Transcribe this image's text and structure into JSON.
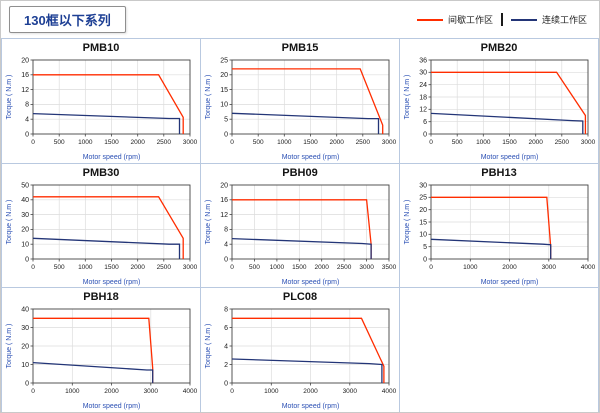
{
  "page": {
    "title": "130框以下系列",
    "legend": [
      {
        "label": "间歇工作区",
        "color": "#ff2d00"
      },
      {
        "label": "连续工作区",
        "color": "#233577"
      }
    ]
  },
  "chart_data": [
    {
      "type": "line",
      "title": "PMB10",
      "xlabel": "Motor speed (rpm)",
      "ylabel": "Torque ( N.m )",
      "xlim": [
        0,
        3000
      ],
      "ylim": [
        0,
        20
      ],
      "grid": true,
      "legend_position": "top-right-page",
      "xticks": [
        0,
        500,
        1000,
        1500,
        2000,
        2500,
        3000
      ],
      "yticks": [
        0,
        4,
        8,
        12,
        16,
        20
      ],
      "series": [
        {
          "name": "间歇工作区",
          "color": "#ff2d00",
          "points": [
            [
              0,
              16
            ],
            [
              2400,
              16
            ],
            [
              2870,
              4.5
            ],
            [
              2870,
              0
            ]
          ]
        },
        {
          "name": "连续工作区",
          "color": "#233577",
          "points": [
            [
              0,
              5.5
            ],
            [
              2600,
              4.2
            ],
            [
              2800,
              4.2
            ],
            [
              2800,
              0
            ]
          ]
        }
      ]
    },
    {
      "type": "line",
      "title": "PMB15",
      "xlabel": "Motor speed (rpm)",
      "ylabel": "Torque ( N.m )",
      "xlim": [
        0,
        3000
      ],
      "ylim": [
        0,
        25
      ],
      "grid": true,
      "xticks": [
        0,
        500,
        1000,
        1500,
        2000,
        2500,
        3000
      ],
      "yticks": [
        0,
        5,
        10,
        15,
        20,
        25
      ],
      "series": [
        {
          "name": "间歇工作区",
          "color": "#ff2d00",
          "points": [
            [
              0,
              22
            ],
            [
              2450,
              22
            ],
            [
              2880,
              3
            ],
            [
              2880,
              0
            ]
          ]
        },
        {
          "name": "连续工作区",
          "color": "#233577",
          "points": [
            [
              0,
              7
            ],
            [
              2600,
              5.2
            ],
            [
              2800,
              5.2
            ],
            [
              2800,
              0
            ]
          ]
        }
      ]
    },
    {
      "type": "line",
      "title": "PMB20",
      "xlabel": "Motor speed (rpm)",
      "ylabel": "Torque ( N.m )",
      "xlim": [
        0,
        3000
      ],
      "ylim": [
        0,
        36
      ],
      "grid": true,
      "xticks": [
        0,
        500,
        1000,
        1500,
        2000,
        2500,
        3000
      ],
      "yticks": [
        0,
        6,
        12,
        18,
        24,
        30,
        36
      ],
      "series": [
        {
          "name": "间歇工作区",
          "color": "#ff2d00",
          "points": [
            [
              0,
              30
            ],
            [
              2400,
              30
            ],
            [
              2950,
              9
            ],
            [
              2950,
              0
            ]
          ]
        },
        {
          "name": "连续工作区",
          "color": "#233577",
          "points": [
            [
              0,
              10
            ],
            [
              2700,
              6.5
            ],
            [
              2900,
              6.3
            ],
            [
              2900,
              0
            ]
          ]
        }
      ]
    },
    {
      "type": "line",
      "title": "PMB30",
      "xlabel": "Motor speed (rpm)",
      "ylabel": "Torque ( N.m )",
      "xlim": [
        0,
        3000
      ],
      "ylim": [
        0,
        50
      ],
      "grid": true,
      "xticks": [
        0,
        500,
        1000,
        1500,
        2000,
        2500,
        3000
      ],
      "yticks": [
        0,
        10,
        20,
        30,
        40,
        50
      ],
      "series": [
        {
          "name": "间歇工作区",
          "color": "#ff2d00",
          "points": [
            [
              0,
              42
            ],
            [
              2400,
              42
            ],
            [
              2870,
              14
            ],
            [
              2870,
              0
            ]
          ]
        },
        {
          "name": "连续工作区",
          "color": "#233577",
          "points": [
            [
              0,
              14
            ],
            [
              2600,
              10
            ],
            [
              2800,
              10
            ],
            [
              2800,
              0
            ]
          ]
        }
      ]
    },
    {
      "type": "line",
      "title": "PBH09",
      "xlabel": "Motor speed (rpm)",
      "ylabel": "Torque ( N.m )",
      "xlim": [
        0,
        3500
      ],
      "ylim": [
        0,
        20
      ],
      "grid": true,
      "xticks": [
        0,
        500,
        1000,
        1500,
        2000,
        2500,
        3000,
        3500
      ],
      "yticks": [
        0,
        4,
        8,
        12,
        16,
        20
      ],
      "series": [
        {
          "name": "间歇工作区",
          "color": "#ff2d00",
          "points": [
            [
              0,
              16
            ],
            [
              3000,
              16
            ],
            [
              3100,
              4
            ],
            [
              3100,
              0
            ]
          ]
        },
        {
          "name": "连续工作区",
          "color": "#233577",
          "points": [
            [
              0,
              5.5
            ],
            [
              2900,
              4.2
            ],
            [
              3100,
              4
            ],
            [
              3100,
              0
            ]
          ]
        }
      ]
    },
    {
      "type": "line",
      "title": "PBH13",
      "xlabel": "Motor speed (rpm)",
      "ylabel": "Torque ( N.m )",
      "xlim": [
        0,
        4000
      ],
      "ylim": [
        0,
        30
      ],
      "grid": true,
      "xticks": [
        0,
        1000,
        2000,
        3000,
        4000
      ],
      "yticks": [
        0,
        5,
        10,
        15,
        20,
        25,
        30
      ],
      "series": [
        {
          "name": "间歇工作区",
          "color": "#ff2d00",
          "points": [
            [
              0,
              25
            ],
            [
              2950,
              25
            ],
            [
              3050,
              5
            ],
            [
              3050,
              0
            ]
          ]
        },
        {
          "name": "连续工作区",
          "color": "#233577",
          "points": [
            [
              0,
              8
            ],
            [
              2850,
              6
            ],
            [
              3050,
              5.8
            ],
            [
              3050,
              0
            ]
          ]
        }
      ]
    },
    {
      "type": "line",
      "title": "PBH18",
      "xlabel": "Motor speed (rpm)",
      "ylabel": "Torque ( N.m )",
      "xlim": [
        0,
        4000
      ],
      "ylim": [
        0,
        40
      ],
      "grid": true,
      "xticks": [
        0,
        1000,
        2000,
        3000,
        4000
      ],
      "yticks": [
        0,
        10,
        20,
        30,
        40
      ],
      "series": [
        {
          "name": "间歇工作区",
          "color": "#ff2d00",
          "points": [
            [
              0,
              35
            ],
            [
              2950,
              35
            ],
            [
              3050,
              8
            ],
            [
              3050,
              0
            ]
          ]
        },
        {
          "name": "连续工作区",
          "color": "#233577",
          "points": [
            [
              0,
              11
            ],
            [
              2900,
              7
            ],
            [
              3050,
              7
            ],
            [
              3050,
              0
            ]
          ]
        }
      ]
    },
    {
      "type": "line",
      "title": "PLC08",
      "xlabel": "Motor speed (rpm)",
      "ylabel": "Torque ( N.m )",
      "xlim": [
        0,
        4000
      ],
      "ylim": [
        0,
        8
      ],
      "grid": true,
      "xticks": [
        0,
        1000,
        2000,
        3000,
        4000
      ],
      "yticks": [
        0,
        2,
        4,
        6,
        8
      ],
      "series": [
        {
          "name": "间歇工作区",
          "color": "#ff2d00",
          "points": [
            [
              0,
              7
            ],
            [
              3300,
              7
            ],
            [
              3870,
              1.8
            ],
            [
              3870,
              0
            ]
          ]
        },
        {
          "name": "连续工作区",
          "color": "#233577",
          "points": [
            [
              0,
              2.6
            ],
            [
              3500,
              2.1
            ],
            [
              3820,
              2
            ],
            [
              3820,
              0
            ]
          ]
        }
      ]
    }
  ]
}
